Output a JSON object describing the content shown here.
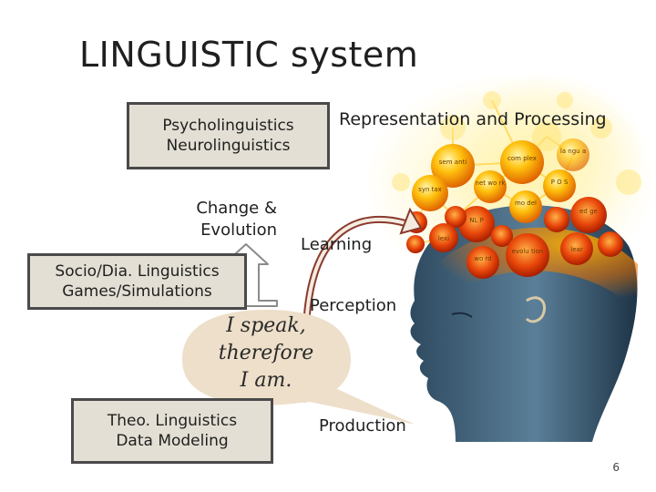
{
  "slide": {
    "title": "LINGUISTIC system",
    "page_number": "6"
  },
  "boxes": {
    "psycho": [
      "Psycholinguistics",
      "Neurolinguistics"
    ],
    "socio": [
      "Socio/Dia. Linguistics",
      "Games/Simulations"
    ],
    "theo": [
      "Theo. Linguistics",
      "Data Modeling"
    ]
  },
  "labels": {
    "representation": "Representation and Processing",
    "change": [
      "Change &",
      "Evolution"
    ],
    "learning": "Learning",
    "perception": "Perception",
    "production": "Production"
  },
  "speech_bubble": [
    "I speak,",
    "therefore",
    "I am."
  ],
  "network_nodes": [
    "sem anti",
    "com plex",
    "net wo rk",
    "syn tax",
    "NL P",
    "lexi",
    "wo rd",
    "evolu tion",
    "mo del",
    "ed ge",
    "P O S",
    "la ngu a",
    "lear"
  ],
  "colors": {
    "box_fill": "#e3dfd4",
    "box_border": "#4a4a4a",
    "arrow_outline": "#8b3a2e",
    "bubble_fill": "#eedfca",
    "node_inner": "#ffe97a",
    "node_outer": "#f08c00"
  }
}
